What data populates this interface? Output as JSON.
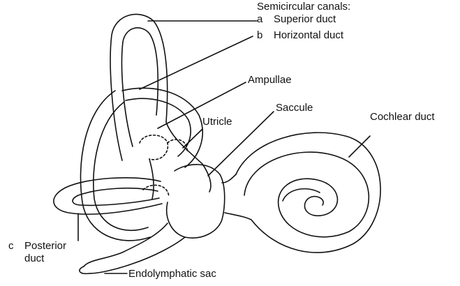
{
  "labels": {
    "semicircular_canals": "Semicircular canals:",
    "superior_letter": "a",
    "superior_duct": "Superior duct",
    "horizontal_letter": "b",
    "horizontal_duct": "Horizontal duct",
    "ampullae": "Ampullae",
    "utricle": "Utricle",
    "saccule": "Saccule",
    "cochlear_duct": "Cochlear duct",
    "posterior_letter": "c",
    "posterior_line1": "Posterior",
    "posterior_line2": "duct",
    "endolymphatic_sac": "Endolymphatic sac"
  },
  "colors": {
    "ink": "#111111",
    "background": "#ffffff"
  }
}
